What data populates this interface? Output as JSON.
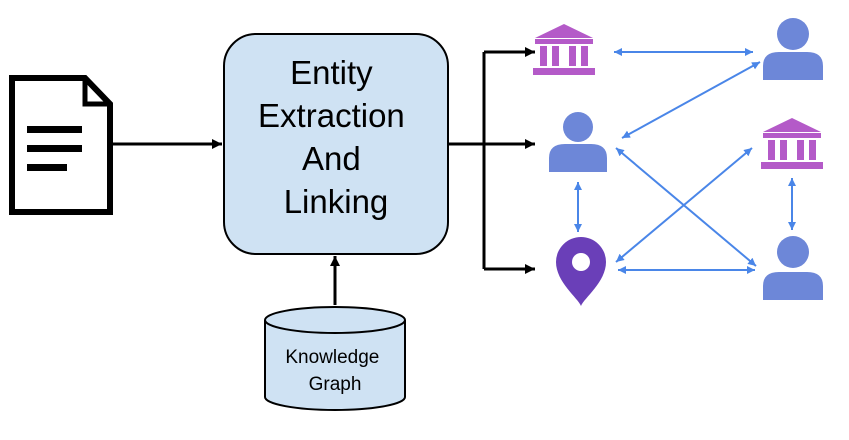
{
  "process": {
    "lines": [
      "Entity",
      "Extraction",
      "And",
      "Linking"
    ]
  },
  "knowledge_base": {
    "lines": [
      "Knowledge",
      "Graph"
    ]
  },
  "entities": [
    {
      "type": "organization",
      "icon": "bank-icon"
    },
    {
      "type": "person",
      "icon": "person-icon"
    },
    {
      "type": "location",
      "icon": "map-pin-icon"
    },
    {
      "type": "person",
      "icon": "person-icon"
    },
    {
      "type": "organization",
      "icon": "bank-icon"
    },
    {
      "type": "person",
      "icon": "person-icon"
    }
  ],
  "colors": {
    "process_fill": "#cfe2f3",
    "cylinder_fill": "#cfe2f3",
    "person": "#6d87d8",
    "organization": "#b45ac8",
    "location": "#6a3fb8",
    "relation_arrow": "#4a86e8",
    "flow_arrow": "#000000"
  }
}
